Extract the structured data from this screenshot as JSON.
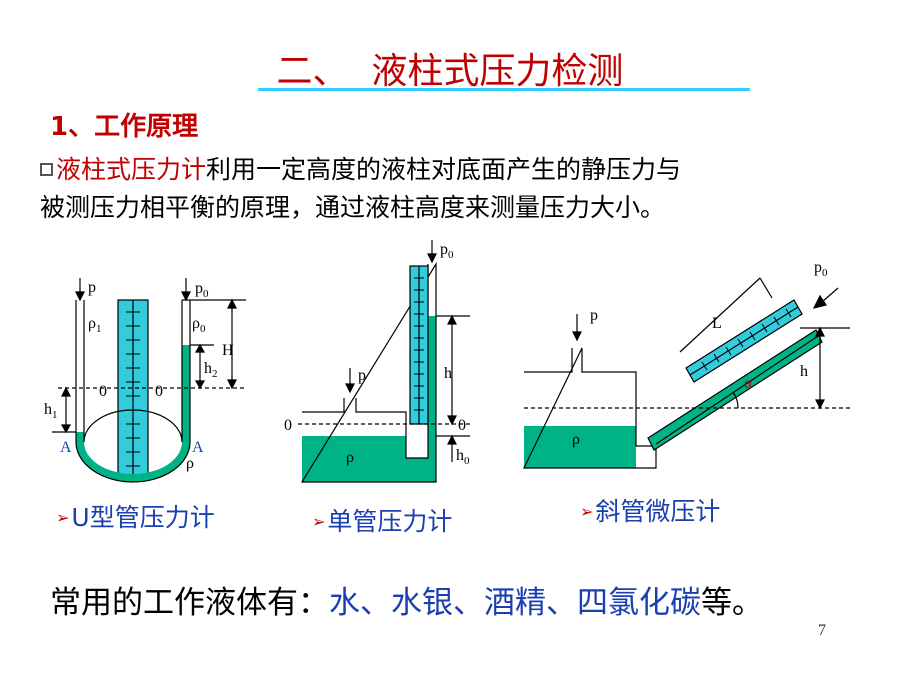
{
  "title": "二、  液柱式压力检测",
  "subtitle": "1、工作原理",
  "intro": {
    "highlight": "液柱式压力计",
    "rest_line1": "利用一定高度的液柱对底面产生的静压力与",
    "line2": "被测压力相平衡的原理，通过液柱高度来测量压力大小。"
  },
  "captions": {
    "u_tube": "U型管压力计",
    "single_tube": "单管压力计",
    "inclined": "斜管微压计"
  },
  "bottom": {
    "prefix": "常用的工作液体有：",
    "liquids": "水、水银、酒精、四氯化碳",
    "suffix": "等。"
  },
  "page_number": "7",
  "diagram_labels": {
    "u": {
      "p": "p",
      "p0": "p",
      "p0_sub": "0",
      "rho1": "ρ",
      "rho1_sub": "1",
      "rho0": "ρ",
      "rho0_sub": "0",
      "H": "H",
      "h2": "h",
      "h2_sub": "2",
      "h1": "h",
      "h1_sub": "1",
      "zero_left": "0",
      "zero_right": "0",
      "A_left": "A",
      "A_right": "A",
      "rho": "ρ"
    },
    "single": {
      "p0": "p",
      "p0_sub": "0",
      "p": "p",
      "h": "h",
      "zero_left": "0",
      "zero_right": "0",
      "rho": "ρ",
      "h0": "h",
      "h0_sub": "0"
    },
    "inclined": {
      "p0": "p",
      "p0_sub": "0",
      "p": "p",
      "L": "L",
      "h": "h",
      "alpha": "α",
      "rho": "ρ"
    }
  },
  "colors": {
    "title_red": "#c00000",
    "caption_blue": "#1a3fb0",
    "liquid_green": "#00b386",
    "scale_cyan": "#33ccdd",
    "rule": "#33ccff"
  }
}
